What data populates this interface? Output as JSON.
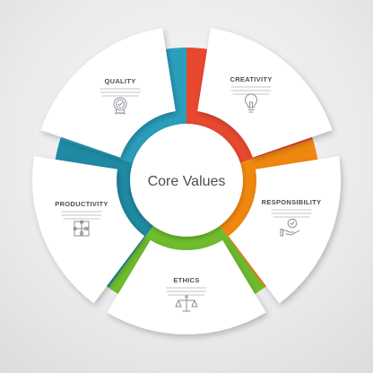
{
  "center": {
    "label": "Core Values"
  },
  "segments": [
    {
      "title": "QUALITY",
      "icon": "medal-icon",
      "color": "#2a9fbd"
    },
    {
      "title": "CREATIVITY",
      "icon": "lightbulb-icon",
      "color": "#e8482f"
    },
    {
      "title": "RESPONSIBILITY",
      "icon": "hand-check-icon",
      "color": "#f0870f"
    },
    {
      "title": "ETHICS",
      "icon": "scales-icon",
      "color": "#6fbd2e"
    },
    {
      "title": "PRODUCTIVITY",
      "icon": "puzzle-icon",
      "color": "#1f8aa3"
    }
  ]
}
